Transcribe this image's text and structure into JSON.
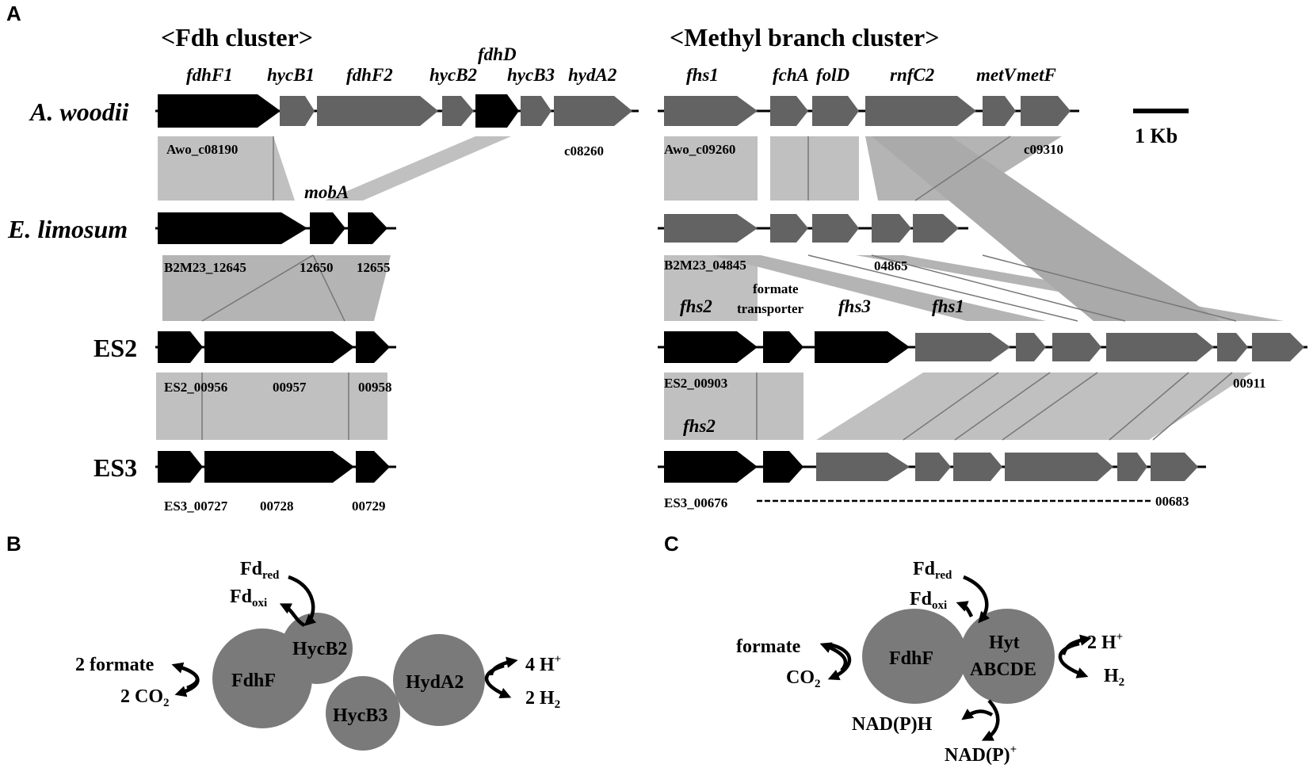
{
  "panels": {
    "a": "A",
    "b": "B",
    "c": "C"
  },
  "titles": {
    "fdh": "<Fdh cluster>",
    "methyl": "<Methyl branch cluster>"
  },
  "strains": {
    "awoodii": "A. woodii",
    "elimosum": "E. limosum",
    "es2": "ES2",
    "es3": "ES3"
  },
  "genes": {
    "fdhF1": "fdhF1",
    "hycB1": "hycB1",
    "fdhF2": "fdhF2",
    "hycB2": "hycB2",
    "fdhD": "fdhD",
    "hycB3": "hycB3",
    "hydA2": "hydA2",
    "mobA": "mobA",
    "fhs1": "fhs1",
    "fchA": "fchA",
    "folD": "folD",
    "rnfC2": "rnfC2",
    "metV": "metV",
    "metF": "metF",
    "fhs2": "fhs2",
    "fhs3": "fhs3",
    "fhs1b": "fhs1",
    "fhs2b": "fhs2",
    "formate1": "formate",
    "formate2": "transporter"
  },
  "loci": {
    "awo_c08190": "Awo_c08190",
    "c08260": "c08260",
    "awo_c09260": "Awo_c09260",
    "c09310": "c09310",
    "b2m23_12645": "B2M23_12645",
    "n12650": "12650",
    "n12655": "12655",
    "b2m23_04845": "B2M23_04845",
    "n04865": "04865",
    "es2_00956": "ES2_00956",
    "n00957": "00957",
    "n00958": "00958",
    "es2_00903": "ES2_00903",
    "n00911": "00911",
    "es3_00727": "ES3_00727",
    "n00728": "00728",
    "n00729": "00729",
    "es3_00676": "ES3_00676",
    "n00683": "00683"
  },
  "scale": {
    "label": "1 Kb"
  },
  "panel_b": {
    "fd": "Fd",
    "red": "red",
    "oxi": "oxi",
    "formate": "2 formate",
    "co2": "2 CO",
    "co2sub": "2",
    "h": "4 H",
    "hsup": "+",
    "h2": "2 H",
    "h2sub": "2",
    "fdhf": "FdhF",
    "hycb2": "HycB2",
    "hycb3": "HycB3",
    "hyda2": "HydA2"
  },
  "panel_c": {
    "fd": "Fd",
    "red": "red",
    "oxi": "oxi",
    "formate": "formate",
    "co2": "CO",
    "co2sub": "2",
    "h": "2 H",
    "hsup": "+",
    "h2": "H",
    "h2sub": "2",
    "nadph": "NAD(P)H",
    "nadp": "NAD(P)",
    "nadpsup": "+",
    "fdhf": "FdhF",
    "hyt1": "Hyt",
    "hyt2": "ABCDE"
  },
  "colors": {
    "black_gene": "#000000",
    "gray_gene": "#636363",
    "homology": "#c0c0c0",
    "protein": "#7a7a7a"
  }
}
